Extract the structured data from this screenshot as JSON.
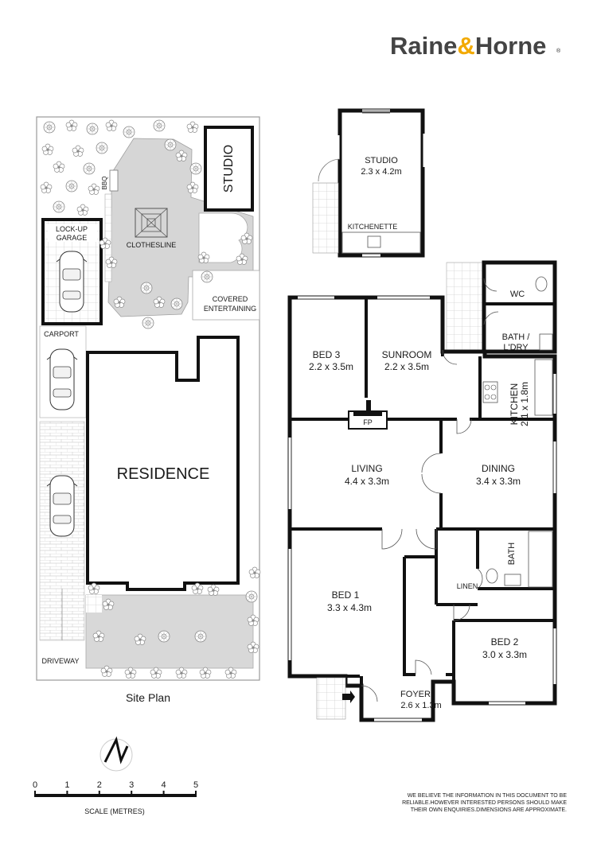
{
  "brand": {
    "name": "Raine&Horne",
    "registered": "®",
    "color": "#f2a900",
    "text_color": "#444444"
  },
  "site_plan": {
    "caption": "Site Plan",
    "labels": {
      "studio": "STUDIO",
      "bbq": "BBQ",
      "lockup_garage_1": "LOCK-UP",
      "lockup_garage_2": "GARAGE",
      "clothesline": "CLOTHESLINE",
      "covered_entertaining_1": "COVERED",
      "covered_entertaining_2": "ENTERTAINING",
      "carport": "CARPORT",
      "residence": "RESIDENCE",
      "driveway": "DRIVEWAY"
    }
  },
  "floor_plan": {
    "rooms": {
      "studio": {
        "name": "STUDIO",
        "size": "2.3 x 4.2m"
      },
      "kitchenette": {
        "name": "KITCHENETTE"
      },
      "wc": {
        "name": "WC"
      },
      "bath_laundry": {
        "name_1": "BATH /",
        "name_2": "L'DRY"
      },
      "bed3": {
        "name": "BED 3",
        "size": "2.2 x 3.5m"
      },
      "sunroom": {
        "name": "SUNROOM",
        "size": "2.2 x 3.5m"
      },
      "kitchen": {
        "name": "KITCHEN",
        "size": "2.1 x 1.8m"
      },
      "fireplace": {
        "name": "FP"
      },
      "living": {
        "name": "LIVING",
        "size": "4.4 x 3.3m"
      },
      "dining": {
        "name": "DINING",
        "size": "3.4 x 3.3m"
      },
      "bath": {
        "name": "BATH"
      },
      "linen": {
        "name": "LINEN"
      },
      "bed1": {
        "name": "BED 1",
        "size": "3.3 x 4.3m"
      },
      "bed2": {
        "name": "BED 2",
        "size": "3.0 x 3.3m"
      },
      "foyer": {
        "name": "FOYER",
        "size": "2.6 x 1.3m"
      }
    }
  },
  "scale": {
    "ticks": [
      "0",
      "1",
      "2",
      "3",
      "4",
      "5"
    ],
    "label": "SCALE (METRES)"
  },
  "north_label": "N",
  "disclaimer": [
    "WE BELIEVE THE INFORMATION IN THIS DOCUMENT TO BE",
    "RELIABLE.HOWEVER INTERESTED PERSONS SHOULD MAKE",
    "THEIR OWN ENQUIRIES.DIMENSIONS ARE APPROXIMATE."
  ]
}
